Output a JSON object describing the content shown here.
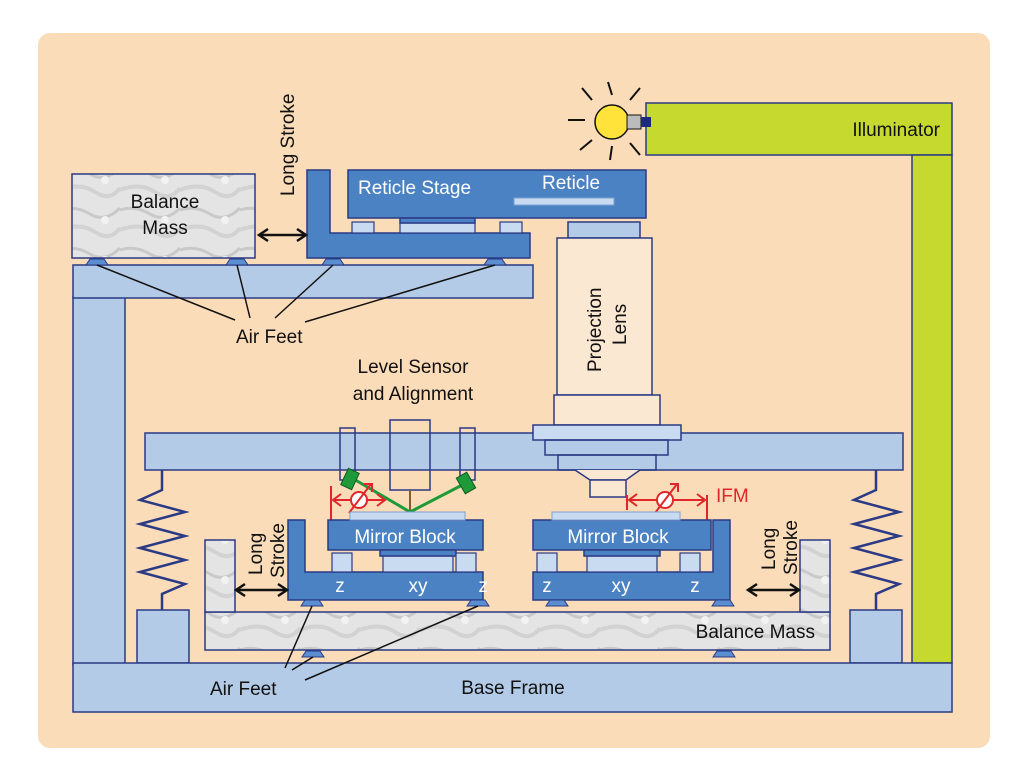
{
  "labels": {
    "balance_mass_top": [
      "Balance",
      "Mass"
    ],
    "long_stroke_top": "Long Stroke",
    "reticle_stage": "Reticle Stage",
    "reticle": "Reticle",
    "illuminator": "Illuminator",
    "air_feet_top": "Air Feet",
    "projection_lens": [
      "Projection",
      "Lens"
    ],
    "level_sensor": [
      "Level Sensor",
      "and Alignment"
    ],
    "ifm": "IFM",
    "mirror_block_left": "Mirror Block",
    "mirror_block_right": "Mirror Block",
    "long_stroke_left": [
      "Long",
      "Stroke"
    ],
    "long_stroke_right": [
      "Long",
      "Stroke"
    ],
    "z": "z",
    "xy": "xy",
    "balance_mass_bottom": "Balance Mass",
    "air_feet_bottom": "Air Feet",
    "base_frame": "Base Frame"
  },
  "colors": {
    "background": "#fbdcb9",
    "frame": "#b3cbe6",
    "stage": "#4b82c4",
    "illuminator": "#c6d92f",
    "ifm": "#e0262a",
    "sensor": "#1f9a3a"
  }
}
